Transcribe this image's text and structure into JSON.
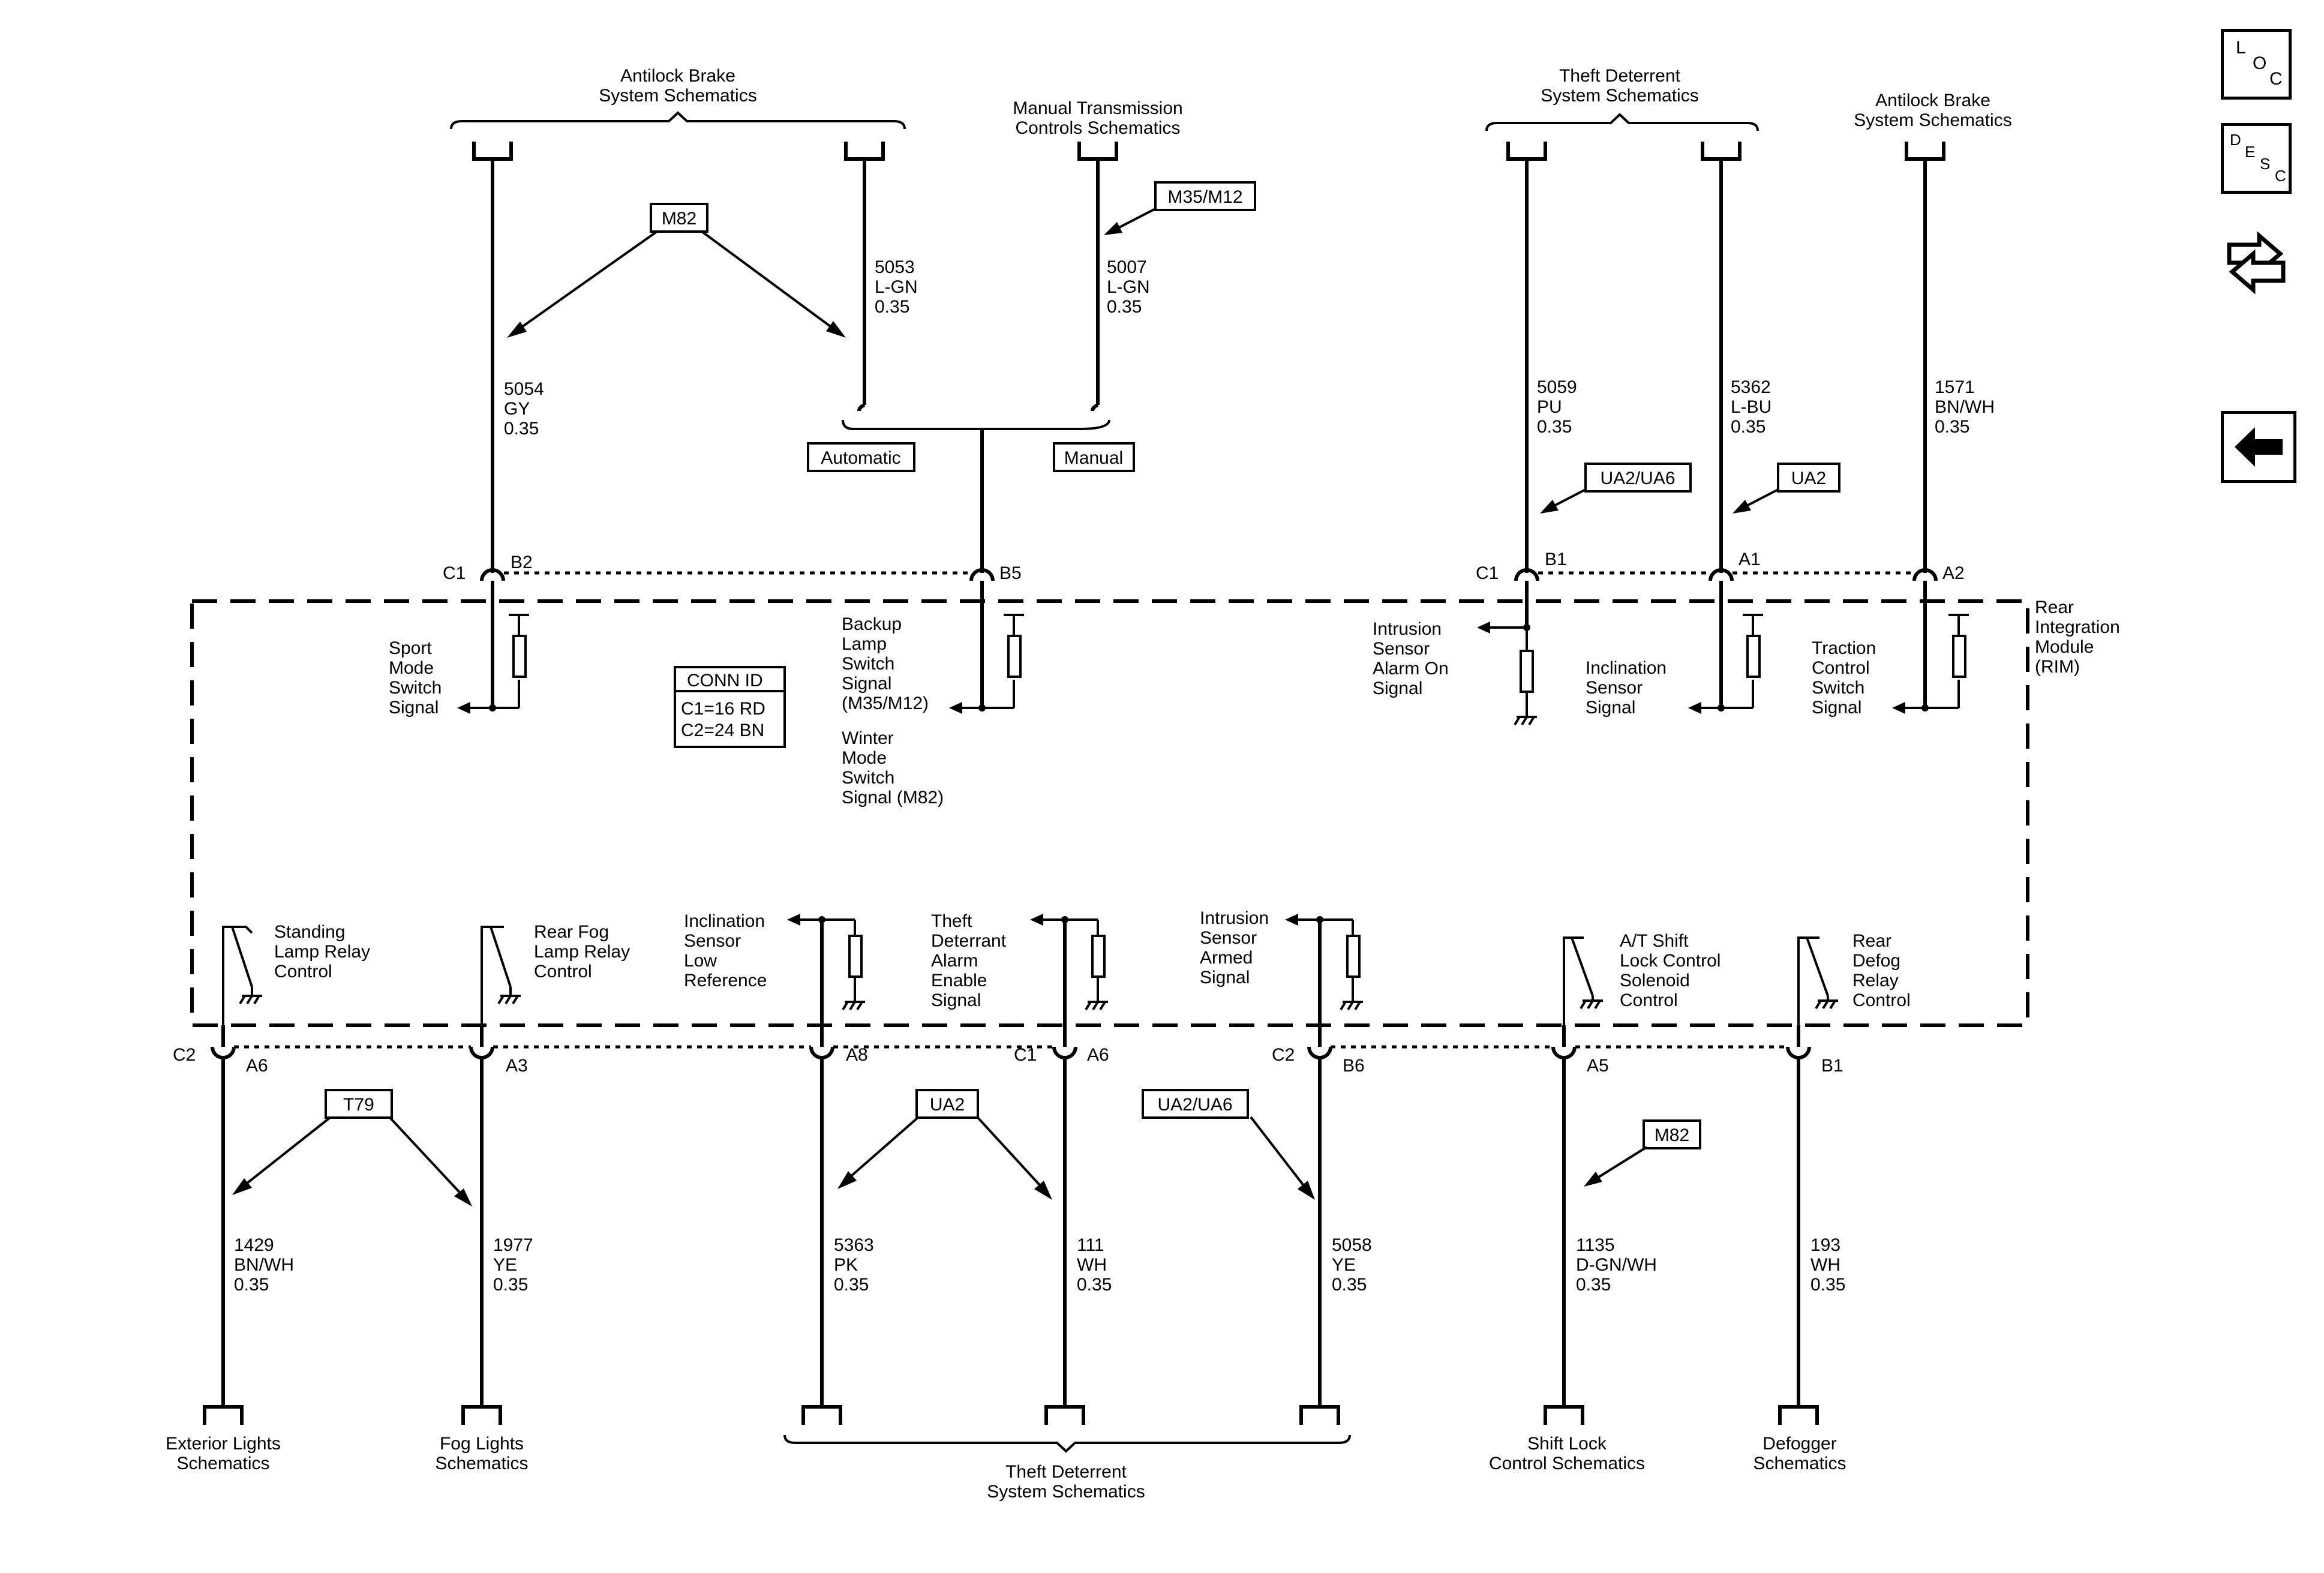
{
  "module": {
    "name_lines": [
      "Rear",
      "Integration",
      "Module",
      "(RIM)"
    ],
    "conn_id": {
      "title": "CONN ID",
      "c1": "C1=16 RD",
      "c2": "C2=24 BN"
    }
  },
  "top_destinations": [
    {
      "id": "abs-left",
      "lines": [
        "Antilock Brake",
        "System Schematics"
      ]
    },
    {
      "id": "manual-trans",
      "lines": [
        "Manual Transmission",
        "Controls Schematics"
      ]
    },
    {
      "id": "theft-top",
      "lines": [
        "Theft Deterrent",
        "System Schematics"
      ]
    },
    {
      "id": "abs-right",
      "lines": [
        "Antilock Brake",
        "System Schematics"
      ]
    }
  ],
  "bottom_destinations": [
    {
      "id": "exterior",
      "lines": [
        "Exterior Lights",
        "Schematics"
      ]
    },
    {
      "id": "fog",
      "lines": [
        "Fog Lights",
        "Schematics"
      ]
    },
    {
      "id": "theft-bottom",
      "lines": [
        "Theft Deterrent",
        "System Schematics"
      ]
    },
    {
      "id": "shift-lock",
      "lines": [
        "Shift Lock",
        "Control Schematics"
      ]
    },
    {
      "id": "defogger",
      "lines": [
        "Defogger",
        "Schematics"
      ]
    }
  ],
  "top_wires": [
    {
      "id": "5054",
      "lines": [
        "5054",
        "GY",
        "0.35"
      ]
    },
    {
      "id": "5053",
      "lines": [
        "5053",
        "L-GN",
        "0.35"
      ]
    },
    {
      "id": "5007",
      "lines": [
        "5007",
        "L-GN",
        "0.35"
      ]
    },
    {
      "id": "5059",
      "lines": [
        "5059",
        "PU",
        "0.35"
      ]
    },
    {
      "id": "5362",
      "lines": [
        "5362",
        "L-BU",
        "0.35"
      ]
    },
    {
      "id": "1571",
      "lines": [
        "1571",
        "BN/WH",
        "0.35"
      ]
    }
  ],
  "bottom_wires": [
    {
      "id": "1429",
      "lines": [
        "1429",
        "BN/WH",
        "0.35"
      ]
    },
    {
      "id": "1977",
      "lines": [
        "1977",
        "YE",
        "0.35"
      ]
    },
    {
      "id": "5363",
      "lines": [
        "5363",
        "PK",
        "0.35"
      ]
    },
    {
      "id": "111",
      "lines": [
        "111",
        "WH",
        "0.35"
      ]
    },
    {
      "id": "5058",
      "lines": [
        "5058",
        "YE",
        "0.35"
      ]
    },
    {
      "id": "1135",
      "lines": [
        "1135",
        "D-GN/WH",
        "0.35"
      ]
    },
    {
      "id": "193",
      "lines": [
        "193",
        "WH",
        "0.35"
      ]
    }
  ],
  "options": {
    "m82_top": "M82",
    "m35_m12": "M35/M12",
    "ua2_ua6_top": "UA2/UA6",
    "ua2_top": "UA2",
    "t79": "T79",
    "ua2_bottom": "UA2",
    "ua2_ua6_bottom": "UA2/UA6",
    "m82_bottom": "M82"
  },
  "splice": {
    "automatic": "Automatic",
    "manual": "Manual"
  },
  "pins_top": {
    "c1_left": "C1",
    "b2": "B2",
    "b5": "B5",
    "c1_right": "C1",
    "b1": "B1",
    "a1": "A1",
    "a2": "A2"
  },
  "pins_bottom": {
    "c2_left": "C2",
    "a6_left": "A6",
    "a3": "A3",
    "a8": "A8",
    "c1": "C1",
    "a6_mid": "A6",
    "c2_mid": "C2",
    "b6": "B6",
    "a5": "A5",
    "b1": "B1"
  },
  "signals_top": {
    "sport": [
      "Sport",
      "Mode",
      "Switch",
      "Signal"
    ],
    "backup": [
      "Backup",
      "Lamp",
      "Switch",
      "Signal",
      "(M35/M12)"
    ],
    "winter": [
      "Winter",
      "Mode",
      "Switch",
      "Signal (M82)"
    ],
    "intrusion_alarm": [
      "Intrusion",
      "Sensor",
      "Alarm On",
      "Signal"
    ],
    "inclination_signal": [
      "Inclination",
      "Sensor",
      "Signal"
    ],
    "traction": [
      "Traction",
      "Control",
      "Switch",
      "Signal"
    ]
  },
  "signals_bottom": {
    "standing": [
      "Standing",
      "Lamp Relay",
      "Control"
    ],
    "rear_fog": [
      "Rear Fog",
      "Lamp Relay",
      "Control"
    ],
    "inclination_low": [
      "Inclination",
      "Sensor",
      "Low",
      "Reference"
    ],
    "theft_alarm": [
      "Theft",
      "Deterrant",
      "Alarm",
      "Enable",
      "Signal"
    ],
    "intrusion_armed": [
      "Intrusion",
      "Sensor",
      "Armed",
      "Signal"
    ],
    "shift_lock": [
      "A/T Shift",
      "Lock Control",
      "Solenoid",
      "Control"
    ],
    "rear_defog": [
      "Rear",
      "Defog",
      "Relay",
      "Control"
    ]
  },
  "nav": {
    "loc": {
      "l": "L",
      "o": "O",
      "c": "C"
    },
    "desc": {
      "d": "D",
      "e": "E",
      "s": "S",
      "c": "C"
    },
    "icons": [
      "connector-icon",
      "back-arrow-icon"
    ]
  }
}
